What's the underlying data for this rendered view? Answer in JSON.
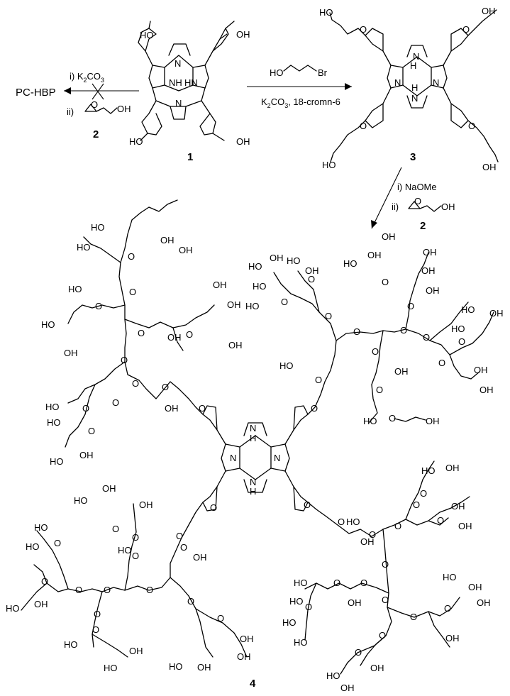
{
  "reagents": {
    "left_i": "i)  K",
    "left_i_sub": "2",
    "left_i_tail": "CO",
    "left_i_sub2": "3",
    "left_ii": "ii)",
    "right_top_ho": "HO",
    "right_top_br": "Br",
    "right_bottom": "K",
    "right_bottom_sub": "2",
    "right_bottom_mid": "CO",
    "right_bottom_sub2": "3",
    "right_bottom_tail": ", 18-cromn-6",
    "down_i": "i)  NaOMe",
    "down_ii": "ii)"
  },
  "product_left": "PC-HBP",
  "compounds": {
    "c1": "1",
    "c2_left": "2",
    "c2_down": "2",
    "c3": "3",
    "c4": "4"
  },
  "atoms": {
    "OH": "OH",
    "HO": "HO",
    "O": "O",
    "N": "N",
    "NH": "NH",
    "HN": "HN",
    "H": "H"
  },
  "colors": {
    "ink": "#000000",
    "background": "#ffffff"
  }
}
